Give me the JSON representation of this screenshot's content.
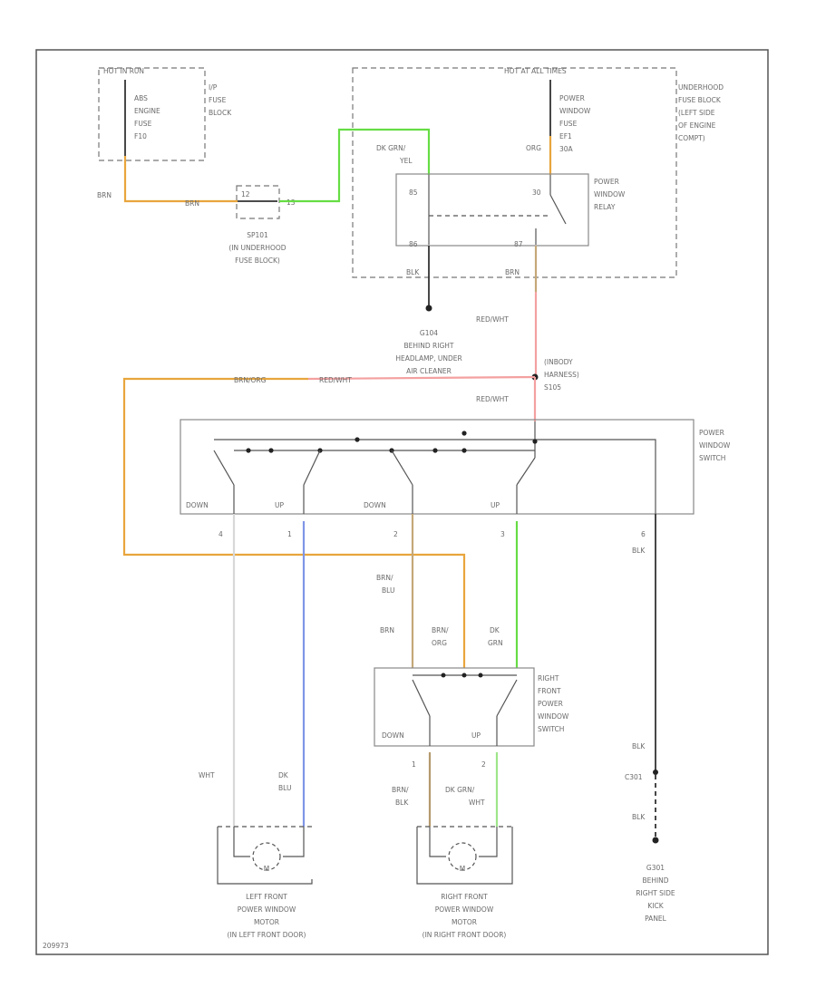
{
  "colors": {
    "orange": "#e8a53c",
    "green": "#66dd44",
    "pink": "#f4a0a0",
    "tan": "#c4a878",
    "blue": "#7f95e6",
    "brown": "#b49a6e",
    "light_green": "#9ee68a",
    "gray": "#d8d8d8",
    "black": "#333333"
  },
  "hot_run": {
    "title": "HOT IN RUN",
    "fuse": [
      "ABS",
      "ENGINE",
      "FUSE",
      "F10"
    ],
    "fuse_label": [
      "I/P",
      "FUSE",
      "BLOCK"
    ]
  },
  "hot_all": {
    "title": "HOT AT ALL TIMES",
    "fuse": [
      "POWER",
      "WINDOW",
      "FUSE",
      "EF1",
      "30A"
    ],
    "fuse_label": [
      "UNDERHOOD",
      "FUSE BLOCK",
      "(LEFT SIDE",
      "OF ENGINE",
      "COMPT)"
    ],
    "wire": "ORG"
  },
  "wires_top": {
    "brn_left": "BRN",
    "brn_mid": "BRN",
    "dk_grn_yel": [
      "DK GRN/",
      "YEL"
    ],
    "blk": "BLK",
    "brn_relay": "BRN"
  },
  "splice1": {
    "name": "SP101",
    "caption": [
      "SP101",
      "(IN UNDERHOOD",
      "FUSE BLOCK)"
    ],
    "pin_a": "12",
    "pin_b": "13"
  },
  "relay": {
    "label": [
      "POWER",
      "WINDOW",
      "RELAY"
    ],
    "pins": [
      "85",
      "30",
      "86",
      "87"
    ]
  },
  "ground1": {
    "caption": [
      "G104",
      "BEHIND RIGHT",
      "HEADLAMP, UNDER",
      "AIR CLEANER"
    ]
  },
  "harness": {
    "wire_red_wht": "RED/WHT",
    "wire_red_wht2": "RED/WHT",
    "wire_red_wht3": "RED/WHT",
    "wire_brn_org": "BRN/ORG",
    "splice_caption": [
      "(INBODY",
      "HARNESS)",
      "S105"
    ]
  },
  "power_window_switch": {
    "label": [
      "POWER",
      "WINDOW",
      "SWITCH"
    ],
    "switch_labels": [
      "DOWN",
      "UP",
      "DOWN",
      "UP"
    ],
    "pins": [
      "4",
      "1",
      "2",
      "3",
      "6"
    ],
    "blk": "BLK"
  },
  "right_switch": {
    "label": [
      "RIGHT",
      "FRONT",
      "POWER",
      "WINDOW",
      "SWITCH"
    ],
    "switch_labels": [
      "DOWN",
      "UP"
    ],
    "wire_brn_blu": [
      "BRN/",
      "BLU"
    ],
    "wire_brn": "BRN",
    "wire_brn_org": [
      "BRN/",
      "ORG"
    ],
    "wire_dk_grn": [
      "DK",
      "GRN"
    ],
    "pins": [
      "1",
      "2"
    ]
  },
  "lower_wires": {
    "wht": "WHT",
    "dk_blu": [
      "DK",
      "BLU"
    ],
    "brn_blk": [
      "BRN/",
      "BLK"
    ],
    "dk_grn_wht": [
      "DK GRN/",
      "WHT"
    ],
    "blk1": "BLK",
    "c301": "C301",
    "blk2": "BLK"
  },
  "motors": {
    "left": [
      "LEFT FRONT",
      "POWER WINDOW",
      "MOTOR",
      "(IN LEFT FRONT DOOR)"
    ],
    "right": [
      "RIGHT FRONT",
      "POWER WINDOW",
      "MOTOR",
      "(IN RIGHT FRONT DOOR)"
    ]
  },
  "ground2": {
    "caption": [
      "G301",
      "BEHIND",
      "RIGHT SIDE",
      "KICK",
      "PANEL"
    ]
  },
  "footer_code": "209973"
}
